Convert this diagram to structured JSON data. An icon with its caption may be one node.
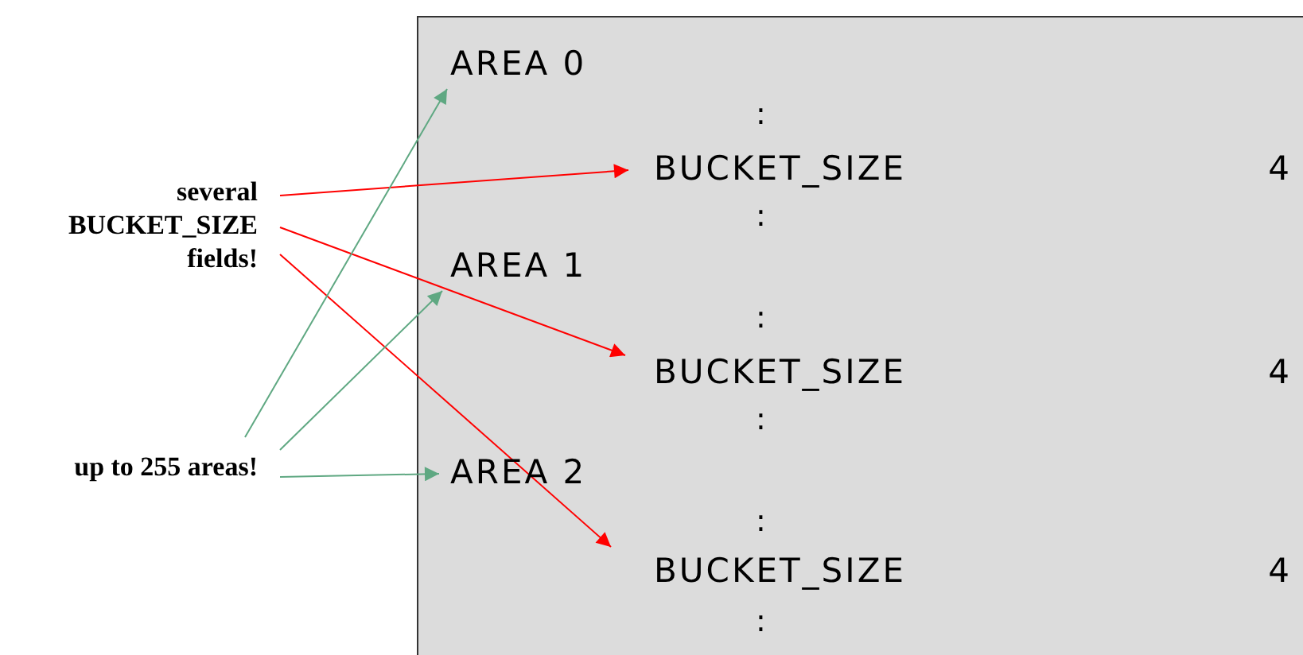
{
  "diagram": {
    "nodes": [
      {
        "text": [
          "several BUCKET_SIZE fields!"
        ]
      },
      {
        "text": [
          "up to 255 areas!"
        ]
      },
      {
        "text": [],
        "shape": "box"
      },
      {
        "text": [
          "AREA 0"
        ],
        "in": 2
      },
      {
        "text": [
          "BUCKET_SIZE",
          "4"
        ],
        "in": 2
      },
      {
        "text": [
          "AREA 1"
        ],
        "in": 2
      },
      {
        "text": [
          "BUCKET_SIZE",
          "4"
        ],
        "in": 2
      },
      {
        "text": [
          "AREA 2"
        ],
        "in": 2
      },
      {
        "text": [
          "BUCKET_SIZE",
          "4"
        ],
        "in": 2
      }
    ],
    "edges": [
      {
        "from": 0,
        "to": 4,
        "arrow": "to",
        "color": "#ff0000"
      },
      {
        "from": 0,
        "to": 6,
        "arrow": "to",
        "color": "#ff0000"
      },
      {
        "from": 0,
        "to": 8,
        "arrow": "to",
        "color": "#ff0000"
      },
      {
        "from": 1,
        "to": 3,
        "arrow": "to",
        "color": "#5fa882"
      },
      {
        "from": 1,
        "to": 5,
        "arrow": "to",
        "color": "#5fa882"
      },
      {
        "from": 1,
        "to": 7,
        "arrow": "to",
        "color": "#5fa882"
      }
    ],
    "labels": [
      ":",
      ":",
      ":",
      ":",
      ":",
      ":"
    ]
  }
}
